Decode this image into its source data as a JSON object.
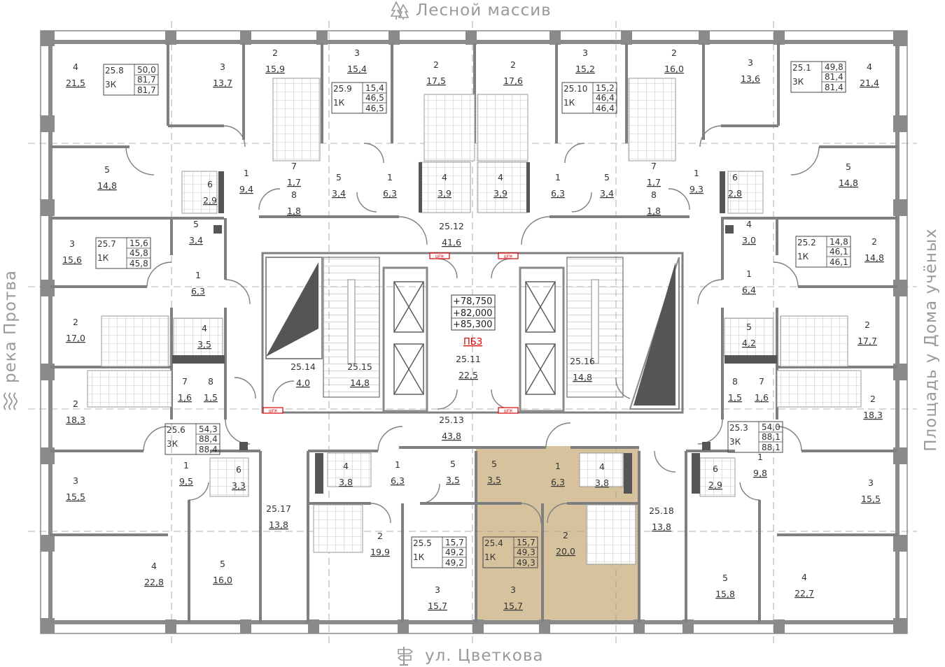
{
  "orientation": {
    "top": "Лесной массив",
    "bottom": "ул. Цветкова",
    "left": "река Протва",
    "right": "Площадь у Дома учёных",
    "top_icon": "forest-icon",
    "bottom_icon": "signpost-icon",
    "left_icon": "river-icon",
    "right_icon": "monument-icon"
  },
  "core": {
    "levels": [
      "+78,750",
      "+82,000",
      "+85,300"
    ],
    "shelter": "ПБЗ",
    "fire_box_label": "ШПК"
  },
  "colors": {
    "highlight": "#c9ae7e",
    "wall": "#8a8a8a",
    "text": "#333333"
  },
  "apartments": [
    {
      "id": "25.8",
      "type": "3К",
      "a": "50,0",
      "b": "81,7",
      "c": "81,7"
    },
    {
      "id": "25.9",
      "type": "1К",
      "a": "15,4",
      "b": "46,5",
      "c": "46,5"
    },
    {
      "id": "25.10",
      "type": "1К",
      "a": "15,2",
      "b": "46,4",
      "c": "46,4"
    },
    {
      "id": "25.1",
      "type": "3К",
      "a": "49,8",
      "b": "81,4",
      "c": "81,4"
    },
    {
      "id": "25.7",
      "type": "1К",
      "a": "15,6",
      "b": "45,8",
      "c": "45,8"
    },
    {
      "id": "25.2",
      "type": "1К",
      "a": "14,8",
      "b": "46,1",
      "c": "46,1"
    },
    {
      "id": "25.6",
      "type": "3К",
      "a": "54,3",
      "b": "88,4",
      "c": "88,4"
    },
    {
      "id": "25.3",
      "type": "3К",
      "a": "54,0",
      "b": "88,1",
      "c": "88,1"
    },
    {
      "id": "25.5",
      "type": "1К",
      "a": "15,7",
      "b": "49,2",
      "c": "49,2"
    },
    {
      "id": "25.4",
      "type": "1К",
      "a": "15,7",
      "b": "49,3",
      "c": "49,3"
    }
  ],
  "rooms": [
    {
      "n": "4",
      "a": "21,5"
    },
    {
      "n": "3",
      "a": "13,7"
    },
    {
      "n": "2",
      "a": "15,9"
    },
    {
      "n": "3",
      "a": "15,4"
    },
    {
      "n": "2",
      "a": "17,5"
    },
    {
      "n": "2",
      "a": "17,6"
    },
    {
      "n": "3",
      "a": "15,2"
    },
    {
      "n": "2",
      "a": "16,0"
    },
    {
      "n": "3",
      "a": "13,6"
    },
    {
      "n": "4",
      "a": "21,4"
    },
    {
      "n": "5",
      "a": "14,8"
    },
    {
      "n": "6",
      "a": "2,9"
    },
    {
      "n": "1",
      "a": "9,4"
    },
    {
      "n": "7",
      "a": "1,7"
    },
    {
      "n": "8",
      "a": "1,8"
    },
    {
      "n": "5",
      "a": "3,4"
    },
    {
      "n": "1",
      "a": "6,3"
    },
    {
      "n": "4",
      "a": "3,9"
    },
    {
      "n": "4",
      "a": "3,9"
    },
    {
      "n": "1",
      "a": "6,3"
    },
    {
      "n": "5",
      "a": "3,4"
    },
    {
      "n": "7",
      "a": "1,7"
    },
    {
      "n": "8",
      "a": "1,8"
    },
    {
      "n": "1",
      "a": "9,3"
    },
    {
      "n": "6",
      "a": "2,8"
    },
    {
      "n": "5",
      "a": "14,8"
    },
    {
      "n": "25.12",
      "a": "41,6"
    },
    {
      "n": "5",
      "a": "3,4"
    },
    {
      "n": "3",
      "a": "15,6"
    },
    {
      "n": "1",
      "a": "6,3"
    },
    {
      "n": "4",
      "a": "3,0"
    },
    {
      "n": "2",
      "a": "14,8"
    },
    {
      "n": "1",
      "a": "6,4"
    },
    {
      "n": "2",
      "a": "17,0"
    },
    {
      "n": "4",
      "a": "3,5"
    },
    {
      "n": "5",
      "a": "4,2"
    },
    {
      "n": "2",
      "a": "17,7"
    },
    {
      "n": "25.14",
      "a": "4,0"
    },
    {
      "n": "25.15",
      "a": "14,8"
    },
    {
      "n": "25.11",
      "a": "22,5"
    },
    {
      "n": "25.16",
      "a": "14,8"
    },
    {
      "n": "7",
      "a": "1,6"
    },
    {
      "n": "8",
      "a": "1,5"
    },
    {
      "n": "8",
      "a": "1,5"
    },
    {
      "n": "7",
      "a": "1,6"
    },
    {
      "n": "2",
      "a": "18,3"
    },
    {
      "n": "2",
      "a": "18,3"
    },
    {
      "n": "25.13",
      "a": "43,8"
    },
    {
      "n": "1",
      "a": "9,5"
    },
    {
      "n": "6",
      "a": "3,3"
    },
    {
      "n": "4",
      "a": "3,8"
    },
    {
      "n": "1",
      "a": "6,3"
    },
    {
      "n": "5",
      "a": "3,5"
    },
    {
      "n": "5",
      "a": "3,5"
    },
    {
      "n": "1",
      "a": "6,3"
    },
    {
      "n": "4",
      "a": "3,8"
    },
    {
      "n": "1",
      "a": "9,8"
    },
    {
      "n": "6",
      "a": "2,9"
    },
    {
      "n": "3",
      "a": "15,5"
    },
    {
      "n": "3",
      "a": "15,5"
    },
    {
      "n": "25.17",
      "a": "13,8"
    },
    {
      "n": "25.18",
      "a": "13,8"
    },
    {
      "n": "2",
      "a": "19,9"
    },
    {
      "n": "2",
      "a": "20,0"
    },
    {
      "n": "4",
      "a": "22,8"
    },
    {
      "n": "5",
      "a": "16,0"
    },
    {
      "n": "3",
      "a": "15,7"
    },
    {
      "n": "3",
      "a": "15,7"
    },
    {
      "n": "5",
      "a": "15,8"
    },
    {
      "n": "4",
      "a": "22,7"
    }
  ]
}
